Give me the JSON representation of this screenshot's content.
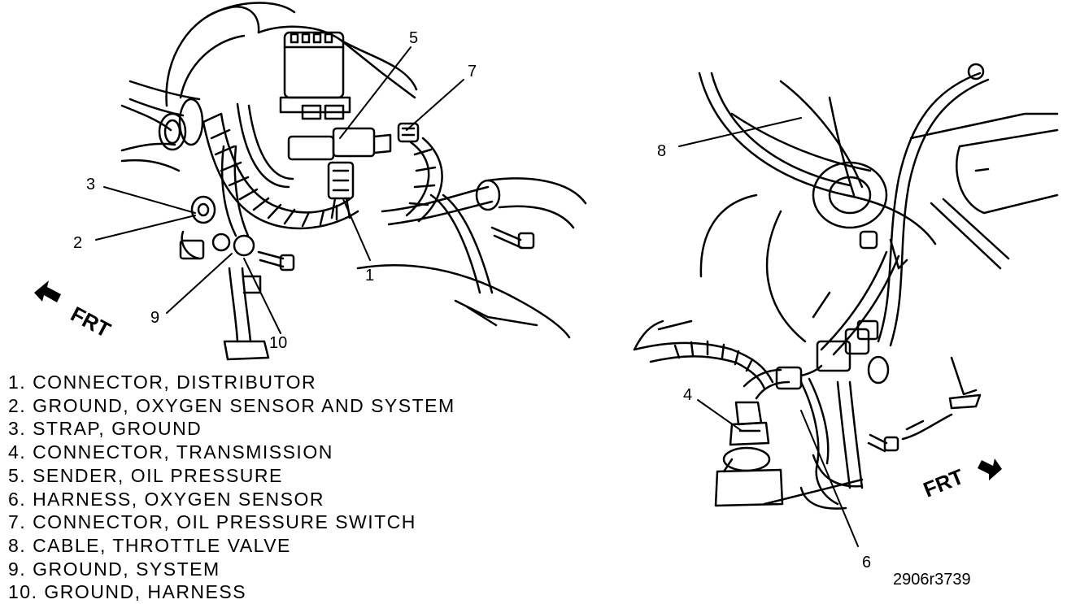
{
  "callouts": {
    "c1": "1",
    "c2": "2",
    "c3": "3",
    "c4": "4",
    "c5": "5",
    "c6": "6",
    "c7": "7",
    "c8": "8",
    "c9": "9",
    "c10": "10"
  },
  "direction_labels": {
    "left": "FRT",
    "right": "FRT"
  },
  "legend": [
    "1. CONNECTOR, DISTRIBUTOR",
    "2. GROUND, OXYGEN SENSOR AND SYSTEM",
    "3. STRAP, GROUND",
    "4. CONNECTOR, TRANSMISSION",
    "5. SENDER, OIL PRESSURE",
    "6. HARNESS, OXYGEN SENSOR",
    "7. CONNECTOR, OIL PRESSURE SWITCH",
    "8. CABLE, THROTTLE VALVE",
    "9. GROUND, SYSTEM",
    "10. GROUND, HARNESS"
  ],
  "figure_id": "2906r3739"
}
